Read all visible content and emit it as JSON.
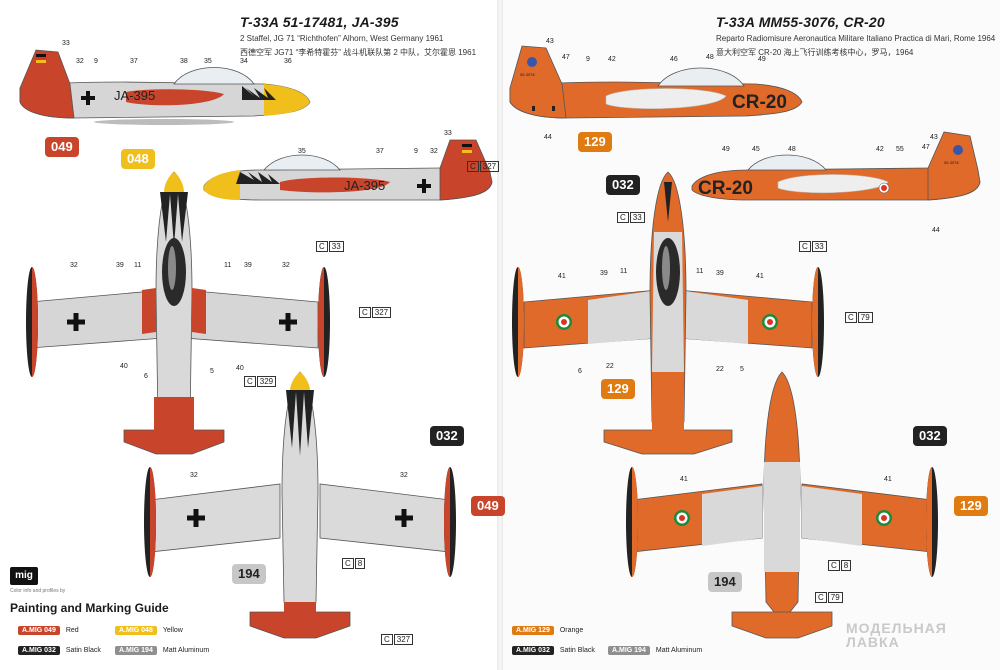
{
  "left": {
    "title": "T-33A 51-17481, JA-395",
    "subtitle_en": "2 Staffel, JG 71 “Richthofen” Alhorn, West Germany 1961",
    "subtitle_cn": "西德空军 JG71 “李希特霍芬” 战斗机联队第 2 中队，艾尔霍恩 1961",
    "code": "JA-395",
    "chips": {
      "c049a": "049",
      "c048": "048",
      "c032": "032",
      "c049b": "049",
      "c194": "194"
    },
    "refs": {
      "r327a": "327",
      "r33": "33",
      "r327b": "327",
      "r329": "329",
      "r8": "8",
      "r327c": "327"
    },
    "callouts": [
      "33",
      "32",
      "9",
      "37",
      "38",
      "35",
      "34",
      "36",
      "35",
      "37",
      "9",
      "32",
      "33",
      "39",
      "11",
      "11",
      "39",
      "32",
      "32",
      "40",
      "6",
      "5",
      "40",
      "32",
      "32"
    ]
  },
  "right": {
    "title": "T-33A MM55-3076, CR-20",
    "subtitle_en": "Reparto Radiomisure Aeronautica Militare Italiano Practica di Mari, Rome 1964",
    "subtitle_cn": "意大利空军 CR-20 海上飞行训练考核中心，罗马，1964",
    "code": "CR-20",
    "serial": "55-3076",
    "chips": {
      "c129a": "129",
      "c032a": "032",
      "c129b": "129",
      "c032b": "032",
      "c129c": "129",
      "c194": "194"
    },
    "refs": {
      "r33a": "33",
      "r33b": "33",
      "r79a": "79",
      "r8": "8",
      "r79b": "79"
    },
    "callouts": [
      "43",
      "47",
      "9",
      "42",
      "46",
      "48",
      "49",
      "44",
      "49",
      "45",
      "48",
      "42",
      "55",
      "47",
      "43",
      "44",
      "41",
      "39",
      "11",
      "11",
      "39",
      "41",
      "6",
      "22",
      "22",
      "5",
      "41",
      "41"
    ]
  },
  "ref_prefix": "C",
  "guide": {
    "logo": "mig",
    "logo_note": "Color info and profiles by",
    "title": "Painting and Marking Guide"
  },
  "legend": [
    {
      "code": "A.MIG 049",
      "name": "Red",
      "color": "#c8442a"
    },
    {
      "code": "A.MIG 048",
      "name": "Yellow",
      "color": "#f0bf1c"
    },
    {
      "code": "A.MIG 032",
      "name": "Satin Black",
      "color": "#222222"
    },
    {
      "code": "A.MIG 194",
      "name": "Matt Aluminum",
      "color": "#8f8f8f"
    },
    {
      "code": "A.MIG 129",
      "name": "Orange",
      "color": "#e07b12"
    },
    {
      "code": "A.MIG 032",
      "name": "Satin Black",
      "color": "#222222"
    },
    {
      "code": "A.MIG 194",
      "name": "Matt Aluminum",
      "color": "#8f8f8f"
    }
  ],
  "watermark": {
    "line1": "МОДЕЛЬНАЯ",
    "line2": "ЛАВКА"
  },
  "colors": {
    "red": "#c8442a",
    "orange": "#e07b12",
    "yellow": "#f0bf1c",
    "black": "#222222",
    "aluminum": "#d3d3d3"
  }
}
